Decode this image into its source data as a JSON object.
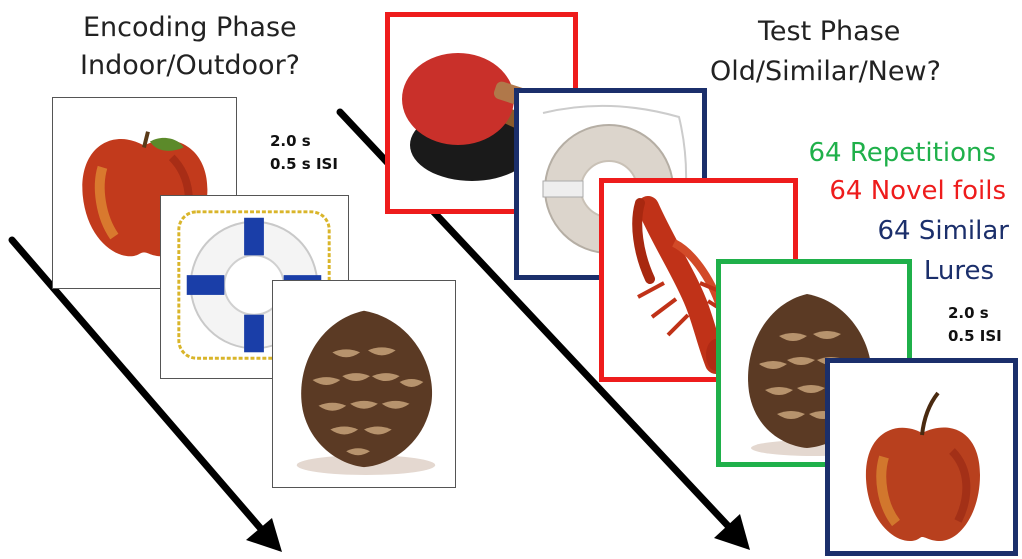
{
  "encoding": {
    "title": "Encoding Phase",
    "question": "Indoor/Outdoor?",
    "duration": "2.0 s",
    "isi": "0.5 s ISI",
    "stimuli": [
      "apple-icon",
      "life-ring-icon",
      "pinecone-icon"
    ]
  },
  "test": {
    "title": "Test Phase",
    "question": "Old/Similar/New?",
    "duration": "2.0 s",
    "isi": "0.5 ISI",
    "stimuli": [
      "ping-pong-paddle-icon",
      "life-ring-icon",
      "lobster-icon",
      "pinecone-icon",
      "apple-icon"
    ],
    "frame_colors": [
      "#ee1c1c",
      "#1b2f6b",
      "#ee1c1c",
      "#1fb04a",
      "#1b2f6b"
    ]
  },
  "trial_types": [
    {
      "label": "64 Repetitions",
      "color": "#1fb04a"
    },
    {
      "label": "64 Novel foils",
      "color": "#ee1c1c"
    },
    {
      "label": "64 Similar",
      "color": "#1b2f6b"
    },
    {
      "label": "Lures",
      "color": "#1b2f6b"
    }
  ],
  "colors": {
    "red": "#ee1c1c",
    "navy": "#1b2f6b",
    "green": "#1fb04a",
    "arrow": "#000000"
  }
}
